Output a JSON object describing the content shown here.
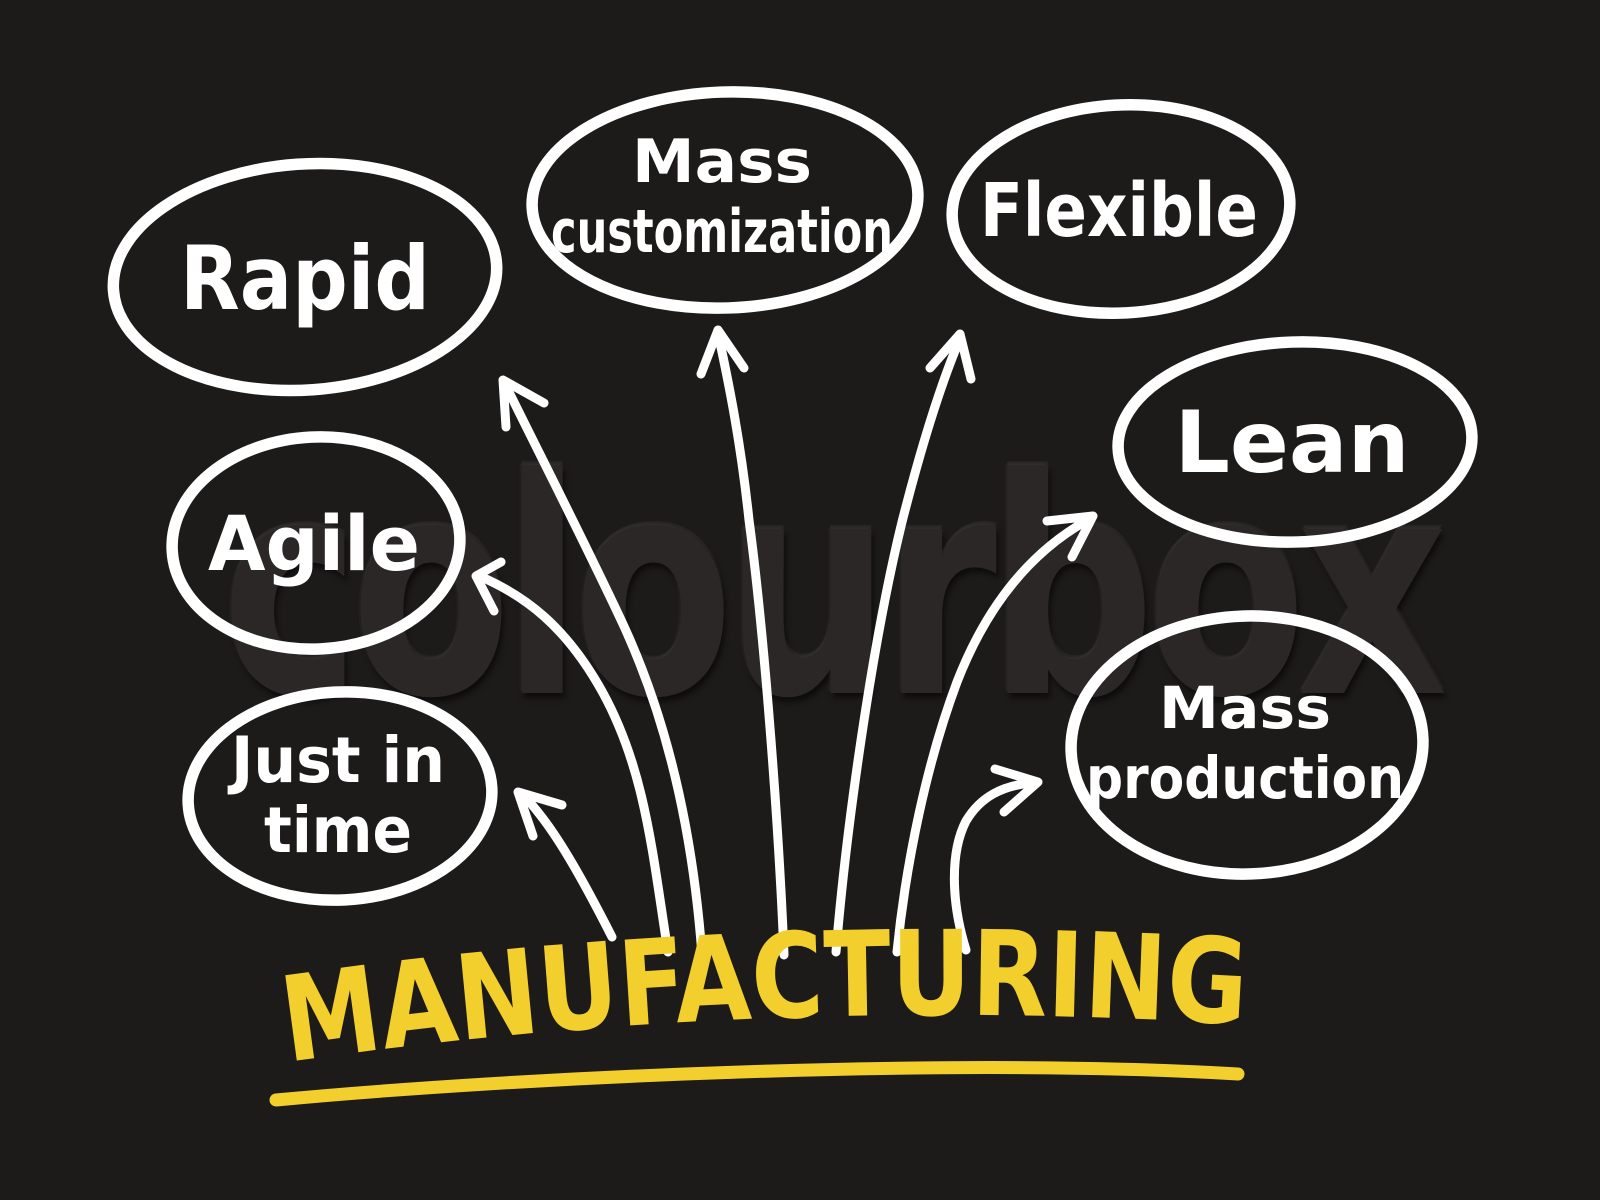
{
  "title": {
    "text": "MANUFACTURING"
  },
  "watermark": {
    "text": "colourbox"
  },
  "colors": {
    "background": "#1d1a1a",
    "ink": "#ffffff",
    "accent_yellow": "#f2cf2d",
    "watermark_gray": "#2b2727"
  },
  "nodes": [
    {
      "id": "rapid",
      "lines": [
        "Rapid"
      ]
    },
    {
      "id": "mass-customization",
      "lines": [
        "Mass",
        "customization"
      ]
    },
    {
      "id": "flexible",
      "lines": [
        "Flexible"
      ]
    },
    {
      "id": "lean",
      "lines": [
        "Lean"
      ]
    },
    {
      "id": "agile",
      "lines": [
        "Agile"
      ]
    },
    {
      "id": "just-in-time",
      "lines": [
        "Just in",
        "time"
      ]
    },
    {
      "id": "mass-production",
      "lines": [
        "Mass",
        "production"
      ]
    }
  ]
}
